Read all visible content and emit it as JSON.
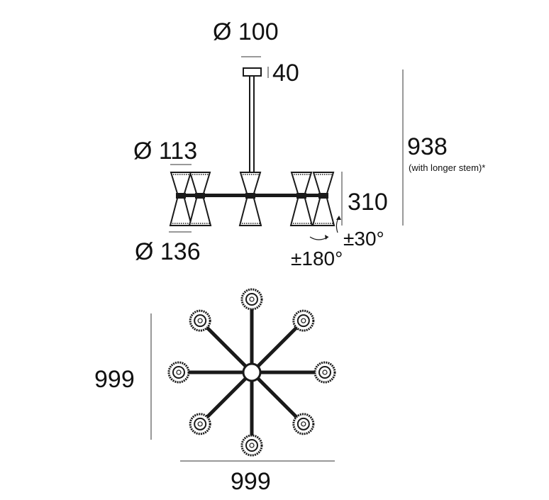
{
  "dimensions": {
    "canopy_diameter": "Ø 100",
    "canopy_height": "40",
    "total_height": "938",
    "total_height_note": "(with longer stem)*",
    "shade_top_diameter": "Ø 113",
    "shade_height": "310",
    "shade_bottom_diameter": "Ø 136",
    "tilt": "±30°",
    "rotation": "±180°",
    "plan_depth": "999",
    "plan_width": "999"
  },
  "colors": {
    "line": "#1a1a1a",
    "background": "#ffffff"
  }
}
